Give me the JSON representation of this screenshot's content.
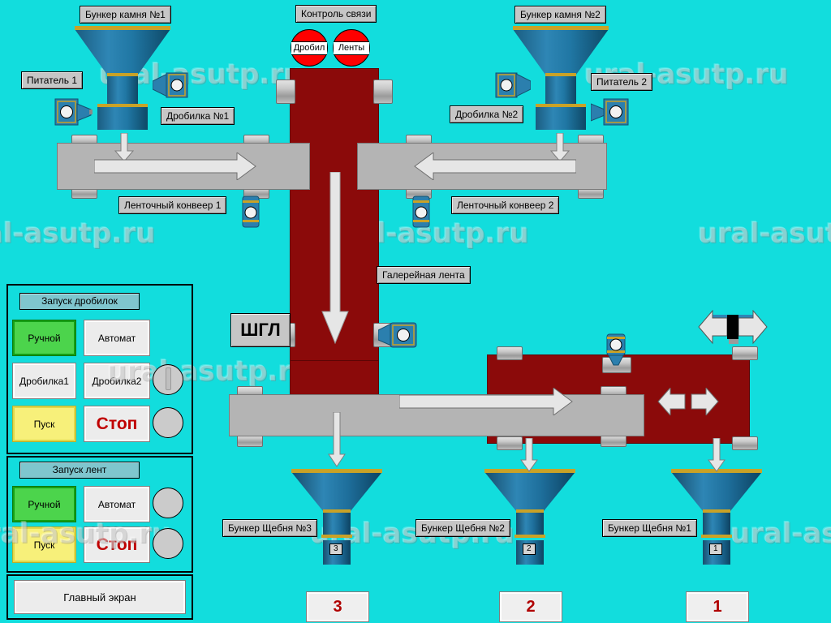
{
  "screen": {
    "background_color": "#12DDDD",
    "red_structure_color": "#8B0A0A",
    "conveyor_color": "#B4B4B4",
    "hopper_color": "#1F6E96",
    "watermark_text": "ural-asutp.ru"
  },
  "comm": {
    "title": "Контроль связи",
    "indicators": [
      {
        "label": "Дробил",
        "color": "#FF0000"
      },
      {
        "label": "Ленты",
        "color": "#FF0000"
      }
    ]
  },
  "equipment_labels": {
    "stone_bunker_1": "Бункер камня №1",
    "stone_bunker_2": "Бункер камня №2",
    "feeder_1": "Питатель 1",
    "feeder_2": "Питатель 2",
    "crusher_1": "Дробилка №1",
    "crusher_2": "Дробилка №2",
    "belt_conveyor_1": "Ленточный конвеер 1",
    "belt_conveyor_2": "Ленточный конвеер 2",
    "gallery_belt": "Галерейная лента",
    "shgl": "ШГЛ",
    "gravel_bunker_3": "Бункер Щебня №3",
    "gravel_bunker_2": "Бункер Щебня №2",
    "gravel_bunker_1": "Бункер Щебня №1"
  },
  "bunker_levels": [
    {
      "name": "gravel-bunker-3",
      "value": "3"
    },
    {
      "name": "gravel-bunker-2",
      "value": "2"
    },
    {
      "name": "gravel-bunker-1",
      "value": "1"
    }
  ],
  "readouts": [
    {
      "name": "readout-3",
      "value": "3"
    },
    {
      "name": "readout-2",
      "value": "2"
    },
    {
      "name": "readout-1",
      "value": "1"
    }
  ],
  "crusher_panel": {
    "title": "Запуск дробилок",
    "manual": "Ручной",
    "automatic": "Автомат",
    "crusher1": "Дробилка1",
    "crusher2": "Дробилка2",
    "start": "Пуск",
    "stop": "Стоп"
  },
  "belt_panel": {
    "title": "Запуск лент",
    "manual": "Ручной",
    "automatic": "Автомат",
    "start": "Пуск",
    "stop": "Стоп"
  },
  "nav": {
    "main_screen": "Главный экран"
  }
}
